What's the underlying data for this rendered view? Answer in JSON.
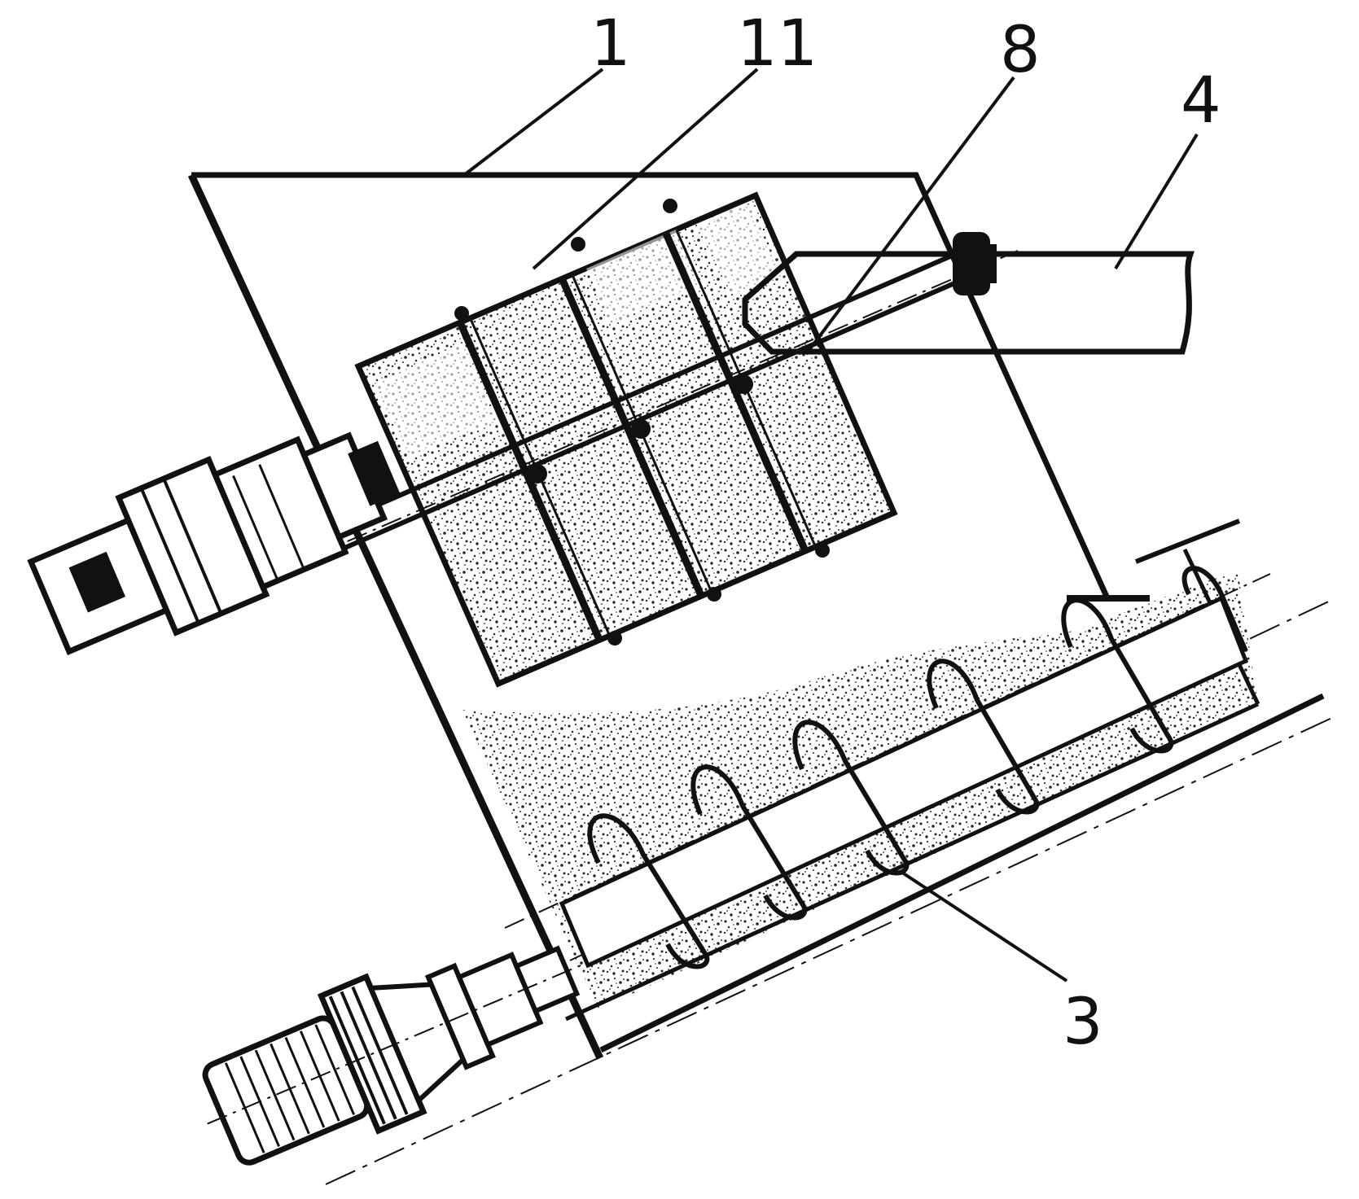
{
  "diagram": {
    "colors": {
      "ink": "#111111",
      "background": "#ffffff",
      "fill_speckle": "#2a2a2a"
    },
    "labels": {
      "frame": "1",
      "divider": "11",
      "shaft": "8",
      "outlet": "4",
      "screw": "3"
    }
  }
}
